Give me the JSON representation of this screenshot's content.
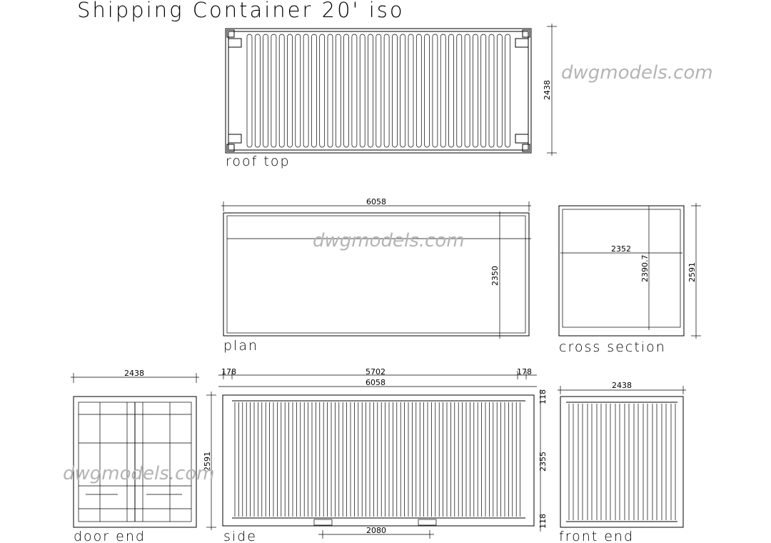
{
  "title": "Shipping Container 20' iso",
  "watermark": "dwgmodels.com",
  "views": {
    "roof_top": {
      "label": "roof top",
      "dim_width": "2438"
    },
    "plan": {
      "label": "plan",
      "dim_length": "6058",
      "dim_inner_width": "2350"
    },
    "cross_section": {
      "label": "cross section",
      "dim_inner_width": "2352",
      "dim_inner_height": "2390.7",
      "dim_height": "2591"
    },
    "door_end": {
      "label": "door end",
      "dim_width": "2438",
      "dim_height": "2591"
    },
    "side": {
      "label": "side",
      "dim_end_left": "178",
      "dim_inner_length": "5702",
      "dim_end_right": "178",
      "dim_length": "6058",
      "dim_rail_top": "118",
      "dim_panel_height": "2355",
      "dim_rail_bottom": "118",
      "dim_forklift": "2080"
    },
    "front_end": {
      "label": "front end",
      "dim_width": "2438"
    }
  }
}
